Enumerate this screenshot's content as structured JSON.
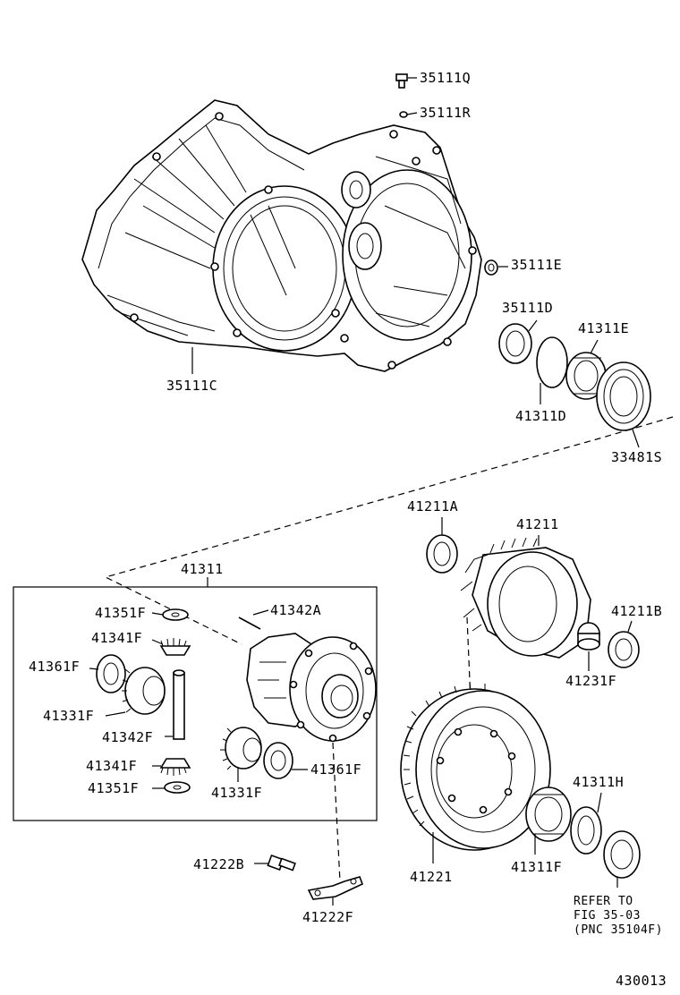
{
  "labels": {
    "p35111Q": "35111Q",
    "p35111R": "35111R",
    "p35111E": "35111E",
    "p35111C": "35111C",
    "p35111D": "35111D",
    "p41311E": "41311E",
    "p41311D": "41311D",
    "p33481S": "33481S",
    "p41211A": "41211A",
    "p41211": "41211",
    "p41211B": "41211B",
    "p41231F": "41231F",
    "p41311": "41311",
    "p41351F_top": "41351F",
    "p41342A": "41342A",
    "p41341F_top": "41341F",
    "p41361F_left": "41361F",
    "p41331F_left": "41331F",
    "p41342F": "41342F",
    "p41341F_bot": "41341F",
    "p41351F_bot": "41351F",
    "p41331F_bot": "41331F",
    "p41361F_right": "41361F",
    "p41221": "41221",
    "p41311F": "41311F",
    "p41311H": "41311H",
    "p41222B": "41222B",
    "p41222F": "41222F"
  },
  "note": {
    "line1": "REFER TO",
    "line2": "FIG 35-03",
    "line3": "(PNC 35104F)"
  },
  "figure_number": "430013"
}
